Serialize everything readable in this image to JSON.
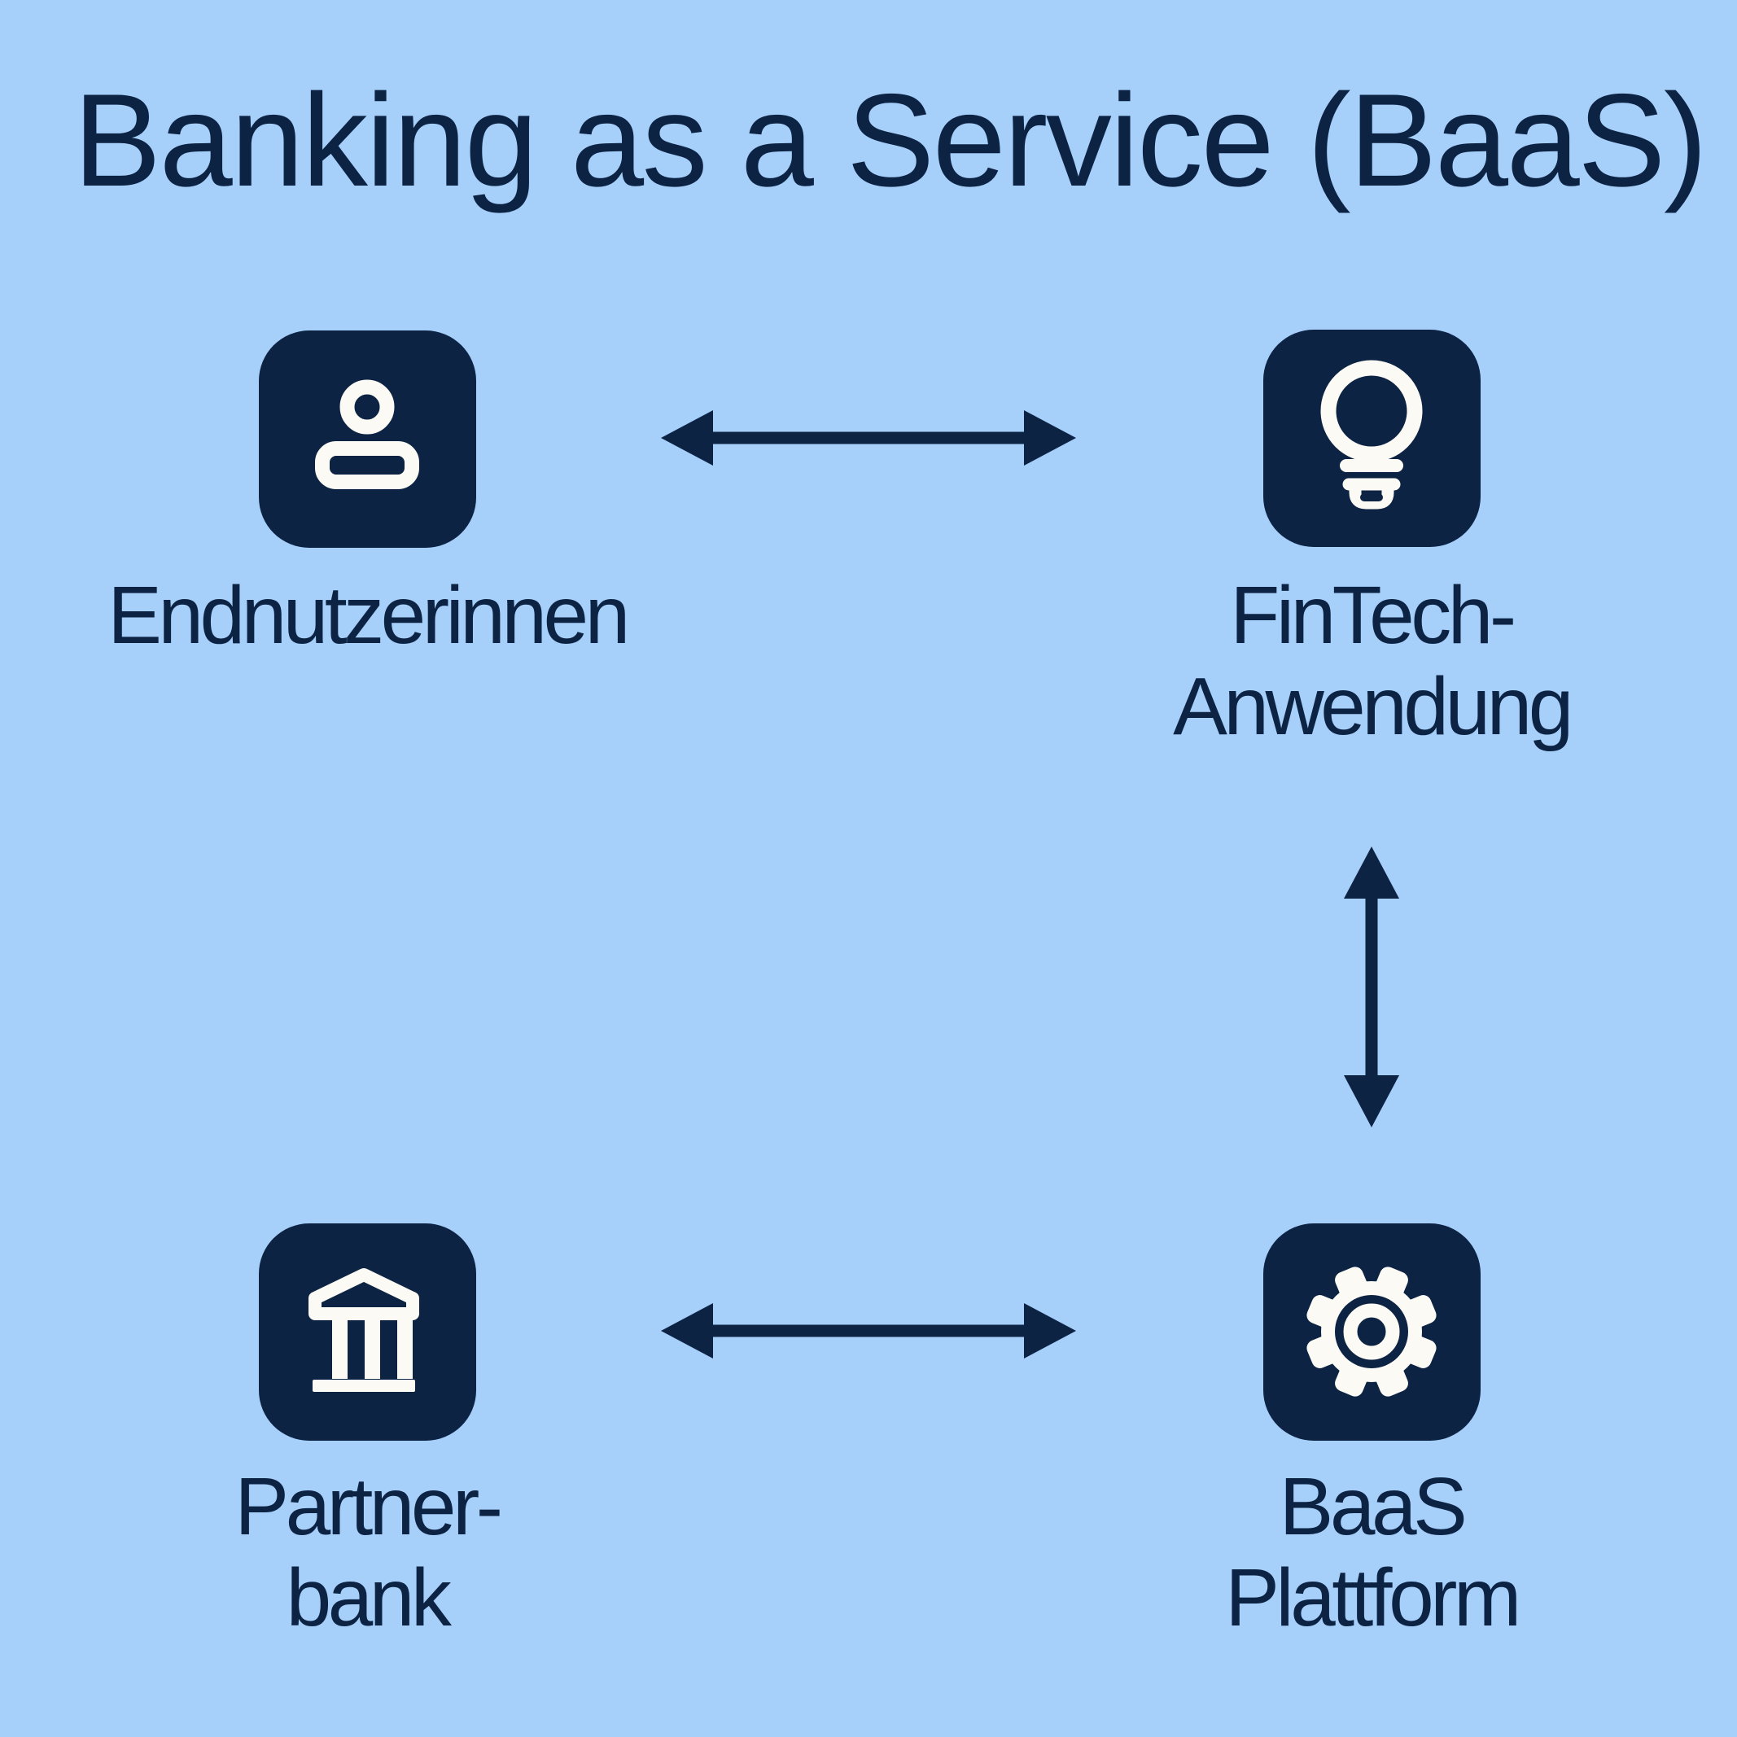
{
  "title": "Banking as a Service (BaaS)",
  "colors": {
    "background": "#a6cffa",
    "navy": "#0d2343",
    "icon_foreground": "#fbfaf4"
  },
  "nodes": {
    "endusers": {
      "icon": "person-icon",
      "label": "Endnutzerinnen"
    },
    "fintech": {
      "icon": "lightbulb-icon",
      "label_line1": "FinTech-",
      "label_line2": "Anwendung"
    },
    "partnerbank": {
      "icon": "bank-icon",
      "label_line1": "Partner-",
      "label_line2": "bank"
    },
    "baas": {
      "icon": "gear-icon",
      "label_line1": "BaaS",
      "label_line2": "Plattform"
    }
  },
  "connections": [
    {
      "from": "Endnutzerinnen",
      "to": "FinTech-Anwendung",
      "type": "bidirectional-arrow"
    },
    {
      "from": "FinTech-Anwendung",
      "to": "BaaS Plattform",
      "type": "bidirectional-arrow"
    },
    {
      "from": "Partnerbank",
      "to": "BaaS Plattform",
      "type": "bidirectional-arrow"
    }
  ]
}
